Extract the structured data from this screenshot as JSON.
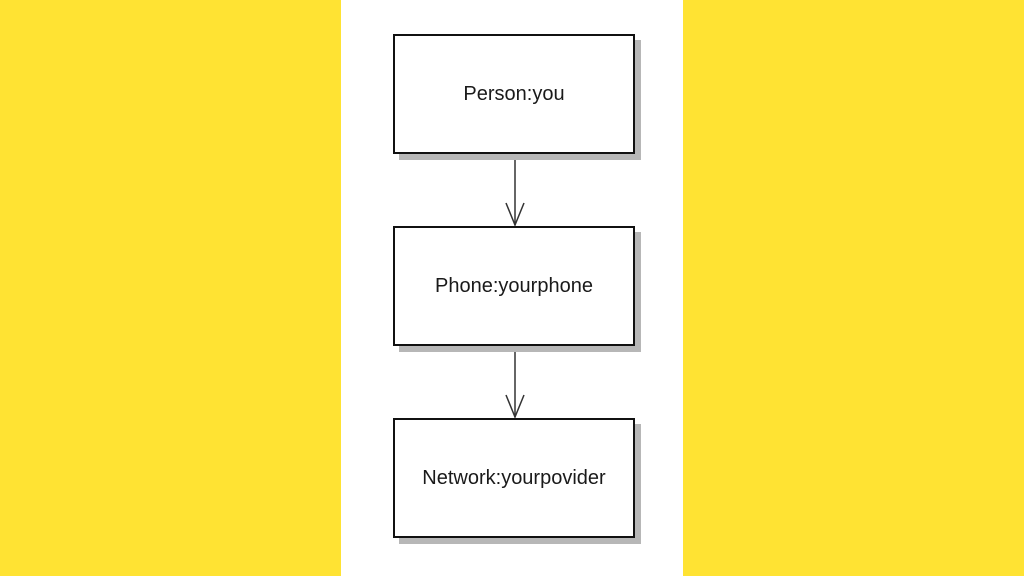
{
  "colors": {
    "side_background": "#ffe333",
    "canvas_background": "#ffffff",
    "node_border": "#111111",
    "node_shadow": "#b7b7b7",
    "connector": "#333333"
  },
  "diagram": {
    "nodes": [
      {
        "label": "Person:you"
      },
      {
        "label": "Phone:yourphone"
      },
      {
        "label": "Network:yourpovider"
      }
    ],
    "edges": [
      {
        "from": "Person:you",
        "to": "Phone:yourphone",
        "arrowhead": "open"
      },
      {
        "from": "Phone:yourphone",
        "to": "Network:yourpovider",
        "arrowhead": "open"
      }
    ]
  }
}
